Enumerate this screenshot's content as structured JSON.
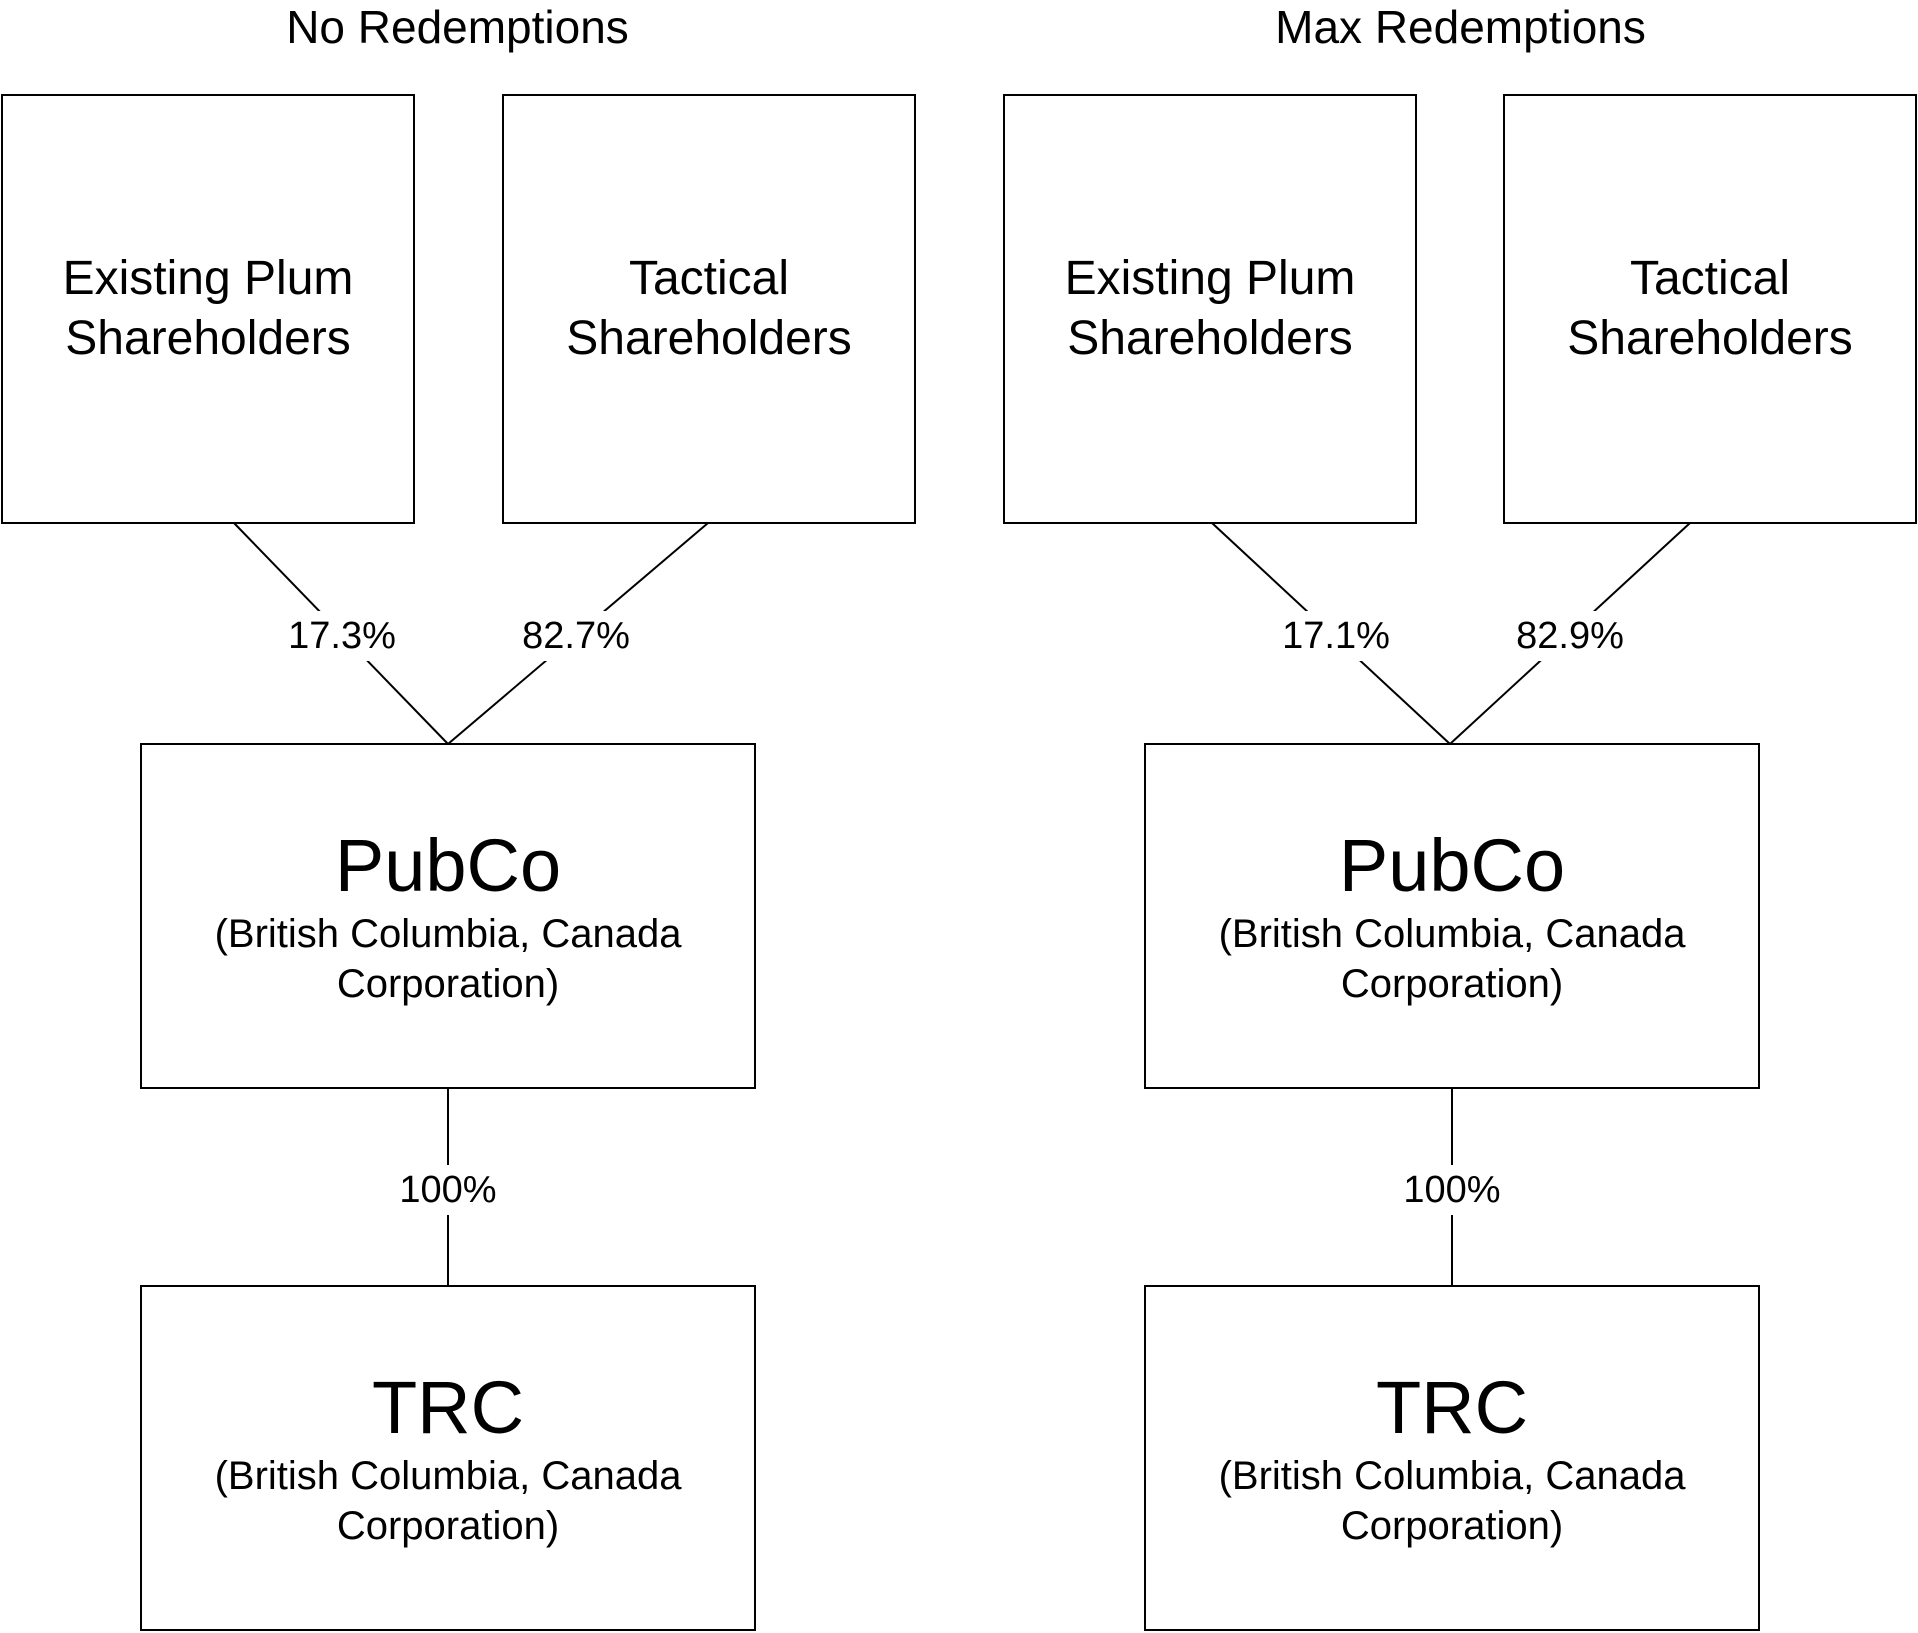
{
  "scenarios": [
    {
      "title": "No Redemptions",
      "holders": [
        {
          "label": "Existing Plum Shareholders",
          "share": "17.3%"
        },
        {
          "label": "Tactical Shareholders",
          "share": "82.7%"
        }
      ],
      "pubco": {
        "name": "PubCo",
        "description": "(British Columbia, Canada Corporation)"
      },
      "ownership": "100%",
      "trc": {
        "name": "TRC",
        "description": "(British Columbia, Canada Corporation)"
      }
    },
    {
      "title": "Max Redemptions",
      "holders": [
        {
          "label": "Existing Plum Shareholders",
          "share": "17.1%"
        },
        {
          "label": "Tactical Shareholders",
          "share": "82.9%"
        }
      ],
      "pubco": {
        "name": "PubCo",
        "description": "(British Columbia, Canada Corporation)"
      },
      "ownership": "100%",
      "trc": {
        "name": "TRC",
        "description": "(British Columbia, Canada Corporation)"
      }
    }
  ]
}
